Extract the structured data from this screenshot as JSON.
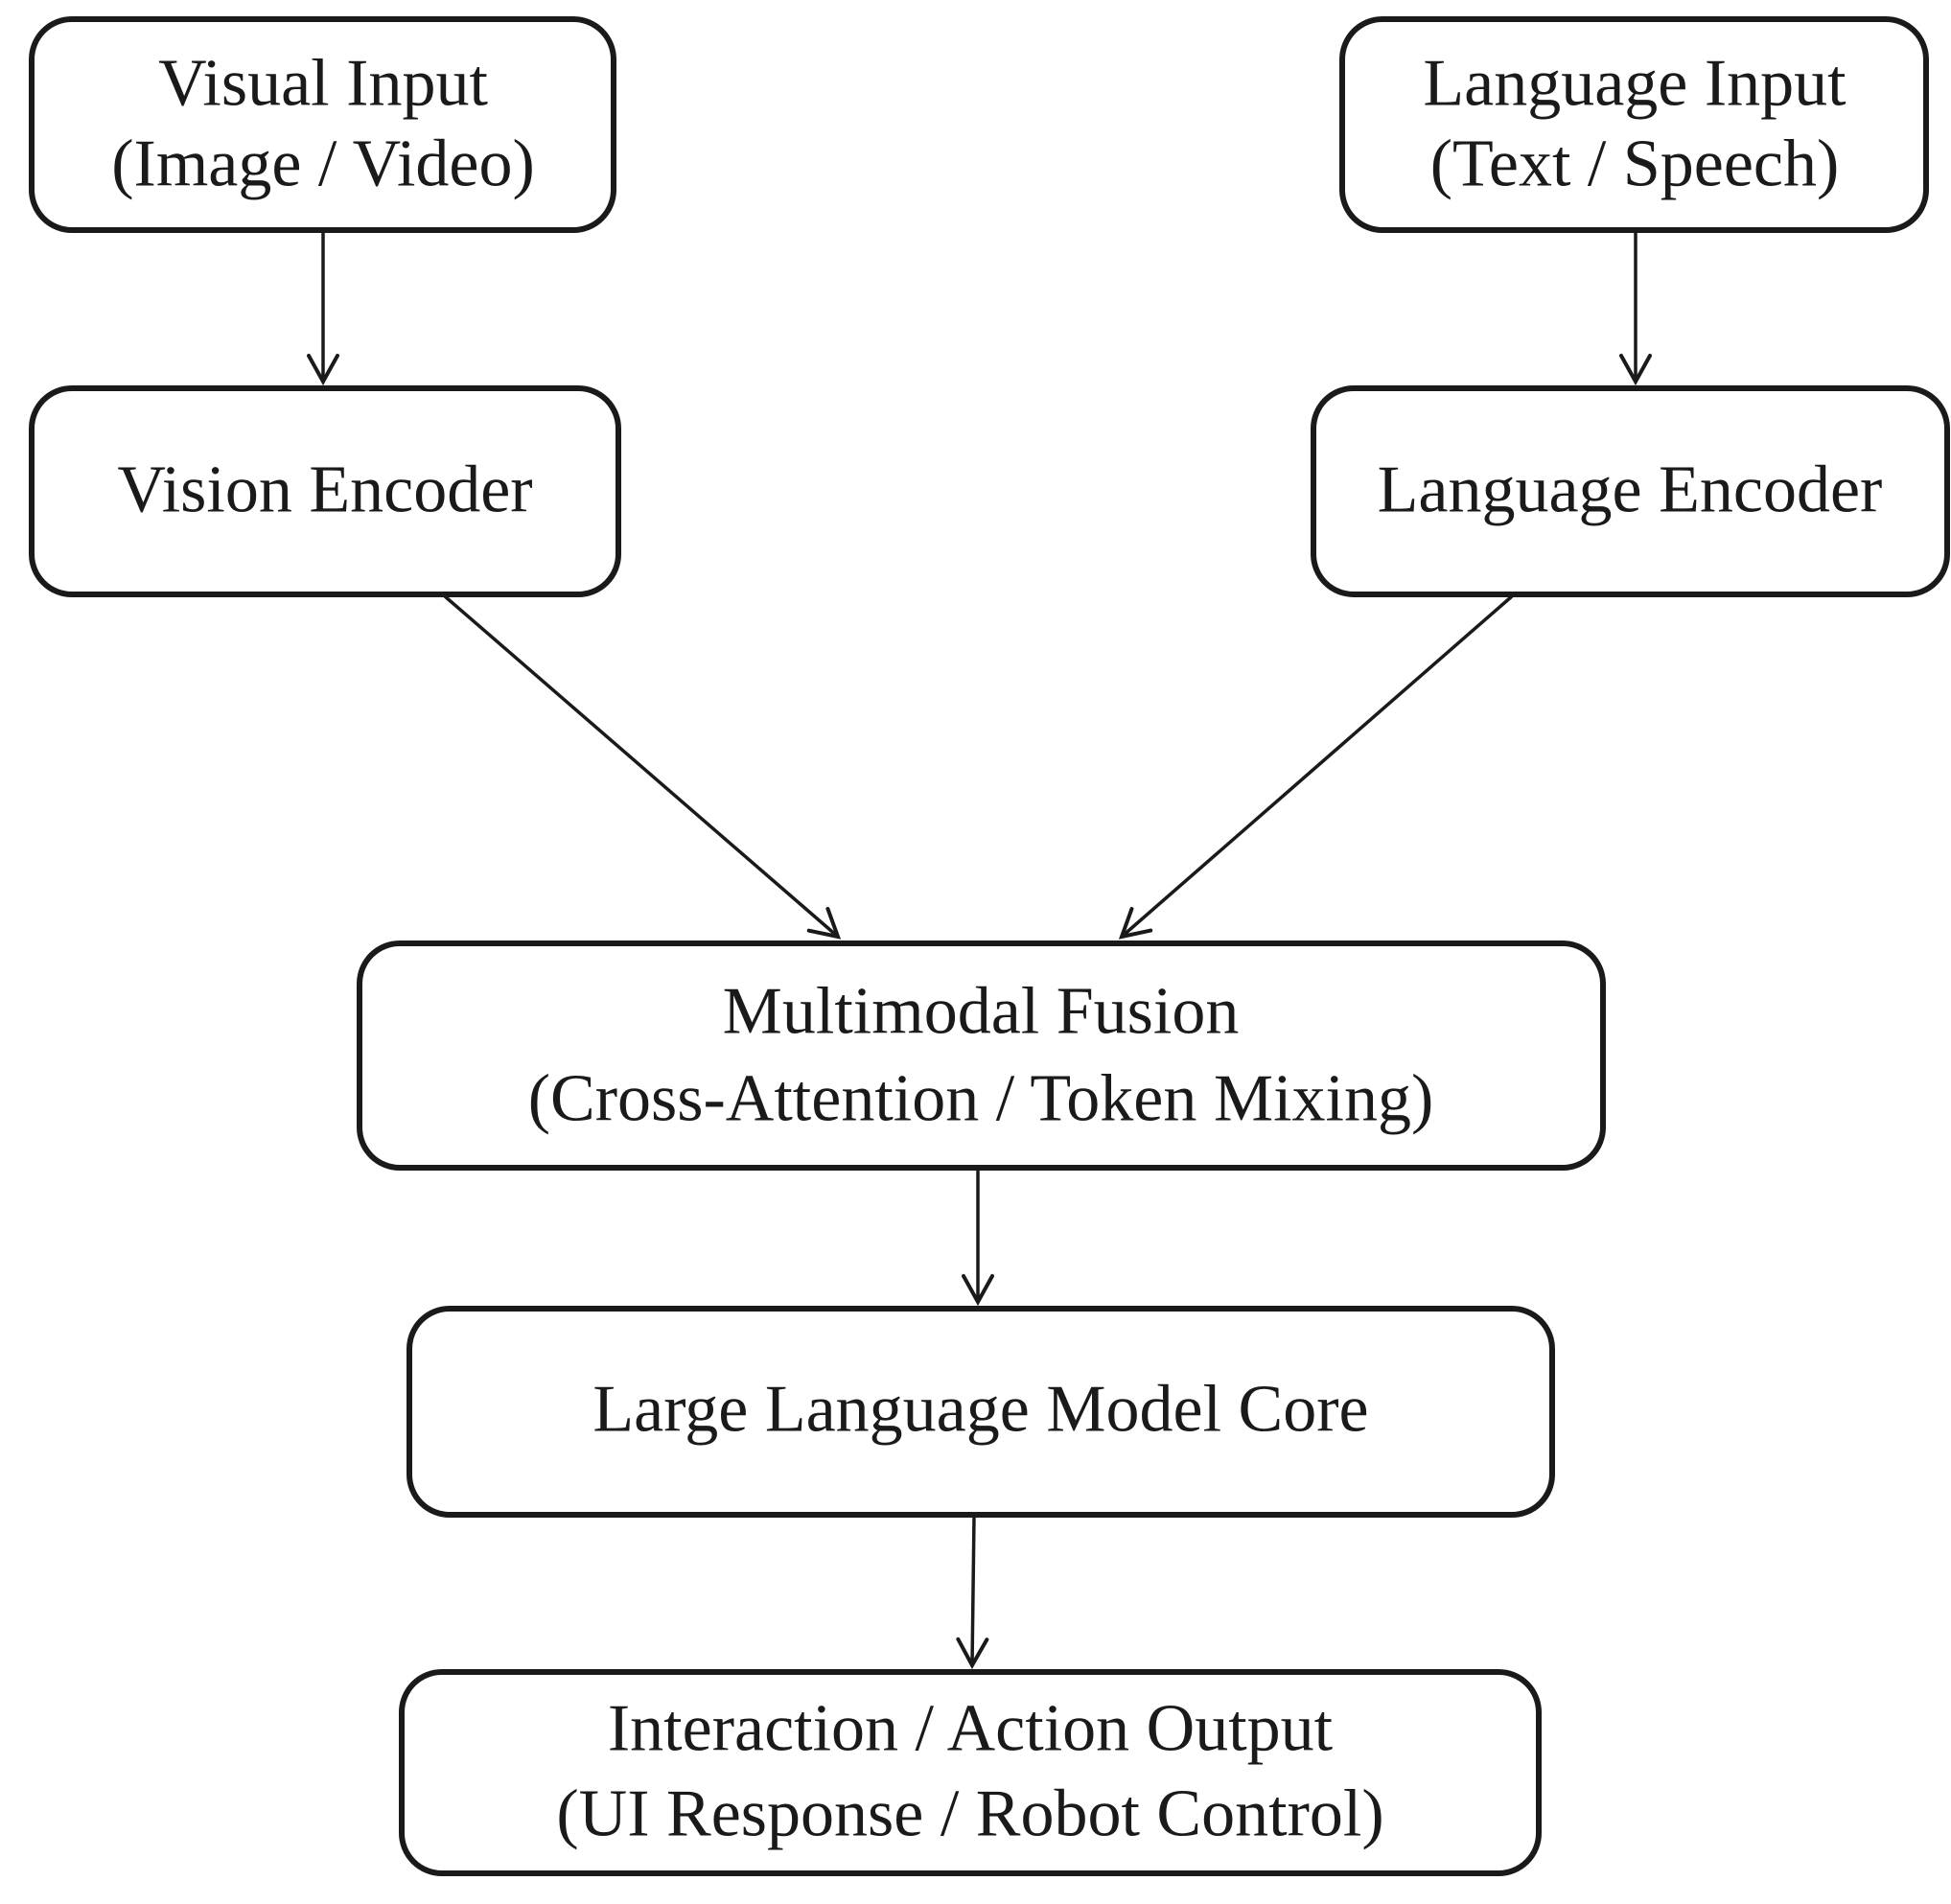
{
  "diagram": {
    "type": "flowchart",
    "background_color": "#ffffff",
    "stroke_color": "#1a1a1a",
    "nodes": {
      "visual_input": {
        "line1": "Visual Input",
        "line2": "(Image / Video)"
      },
      "language_input": {
        "line1": "Language Input",
        "line2": "(Text / Speech)"
      },
      "vision_encoder": {
        "line1": "Vision Encoder"
      },
      "language_encoder": {
        "line1": "Language Encoder"
      },
      "multimodal_fusion": {
        "line1": "Multimodal Fusion",
        "line2": "(Cross-Attention / Token Mixing)"
      },
      "llm_core": {
        "line1": "Large Language Model Core"
      },
      "action_output": {
        "line1": "Interaction / Action Output",
        "line2": "(UI Response / Robot Control)"
      }
    },
    "edges": [
      {
        "from": "visual_input",
        "to": "vision_encoder"
      },
      {
        "from": "language_input",
        "to": "language_encoder"
      },
      {
        "from": "vision_encoder",
        "to": "multimodal_fusion"
      },
      {
        "from": "language_encoder",
        "to": "multimodal_fusion"
      },
      {
        "from": "multimodal_fusion",
        "to": "llm_core"
      },
      {
        "from": "llm_core",
        "to": "action_output"
      }
    ]
  }
}
